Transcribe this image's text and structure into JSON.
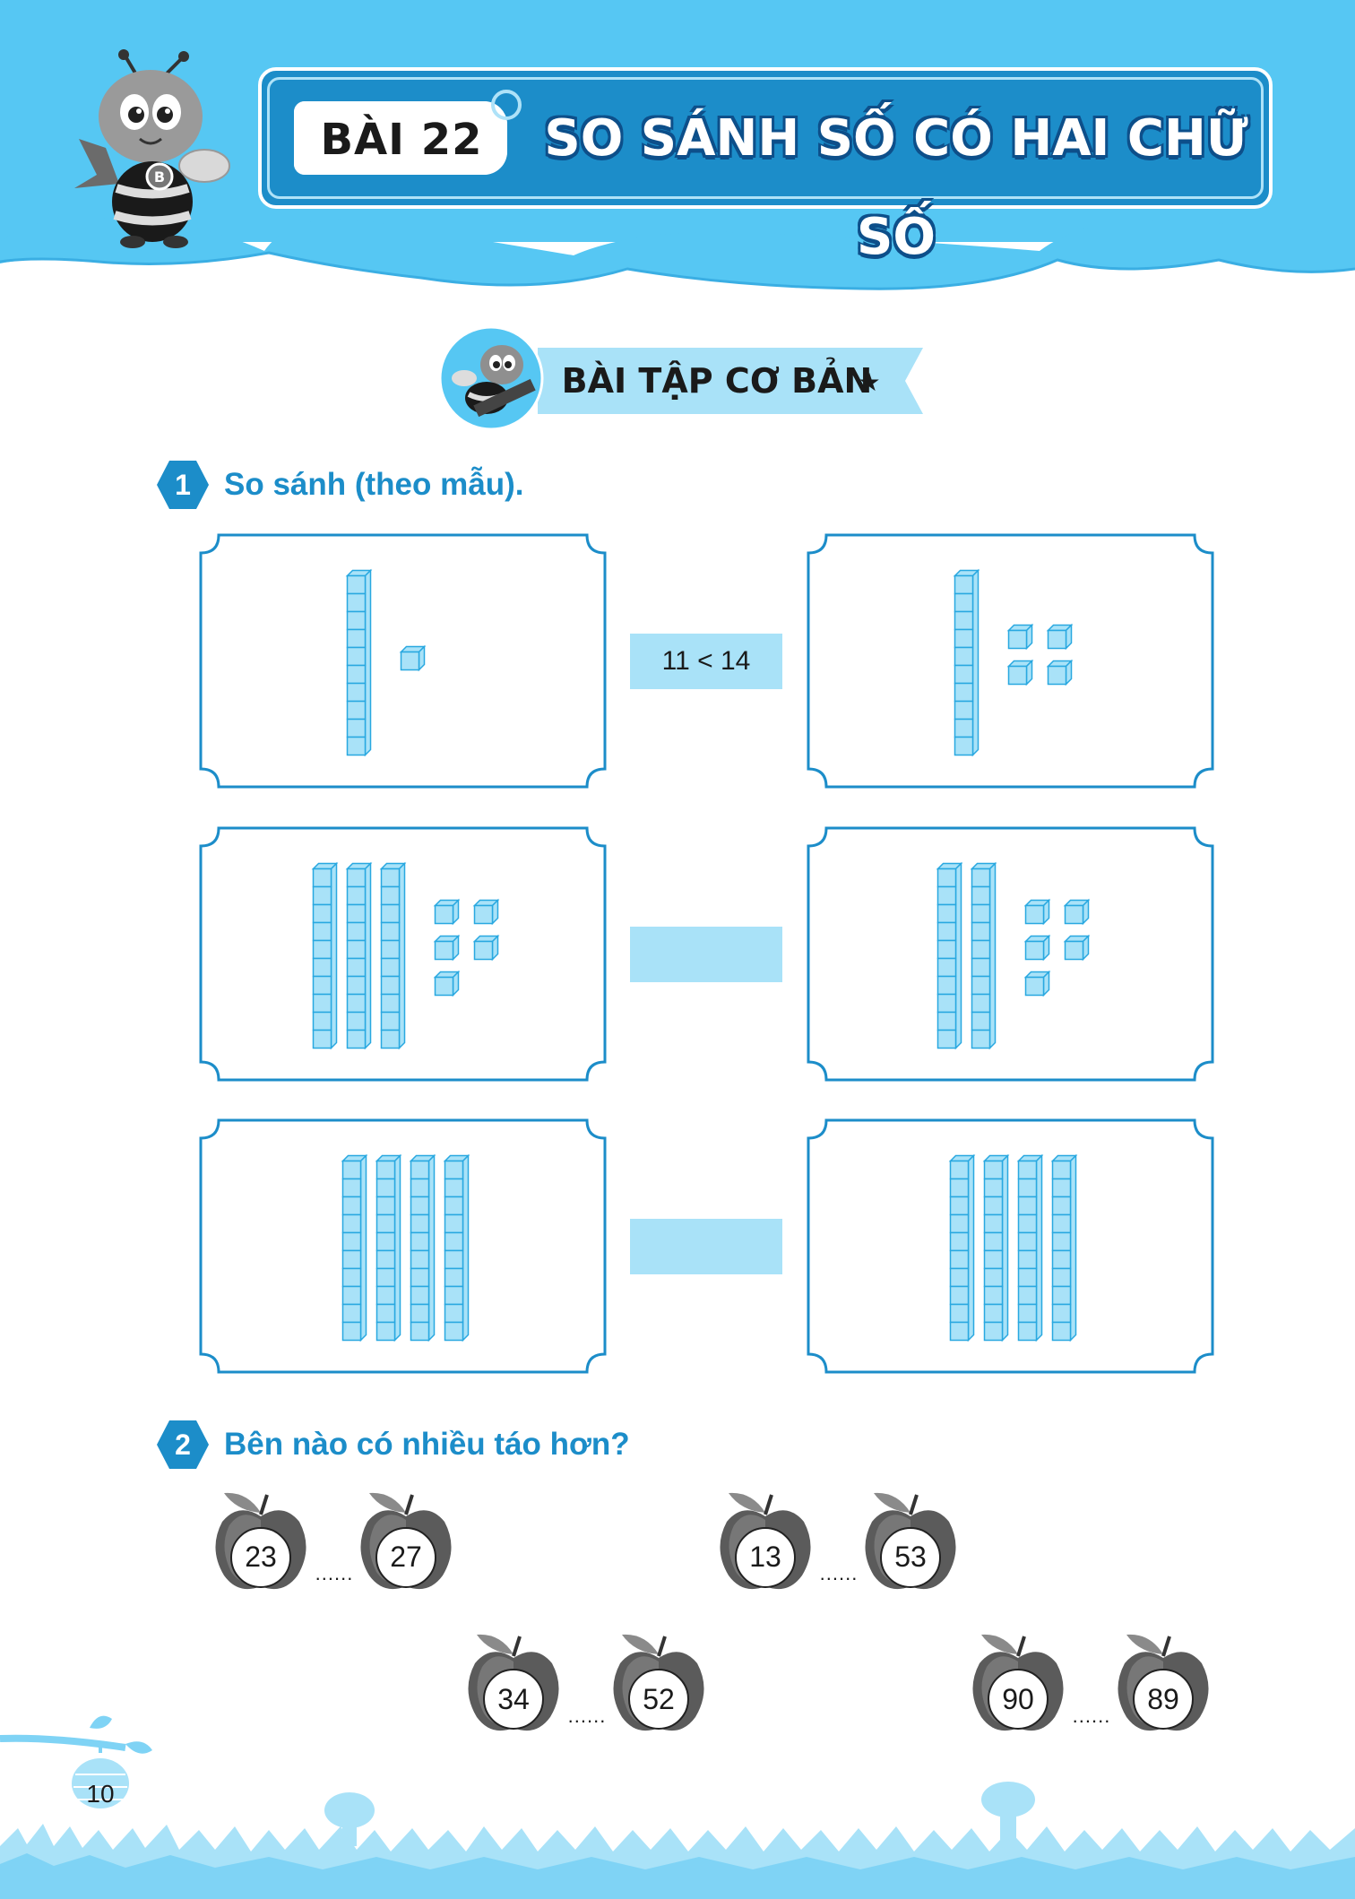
{
  "header": {
    "lesson_label": "BÀI 22",
    "title": "SO SÁNH SỐ CÓ HAI CHỮ SỐ"
  },
  "section": {
    "label": "BÀI TẬP CƠ BẢN",
    "star": "★"
  },
  "exercise1": {
    "number": "1",
    "heading": "So sánh (theo mẫu).",
    "rows": [
      {
        "left": {
          "tens": 1,
          "ones": 1
        },
        "right": {
          "tens": 1,
          "ones": 4
        },
        "answer": "11 < 14"
      },
      {
        "left": {
          "tens": 3,
          "ones": 5
        },
        "right": {
          "tens": 2,
          "ones": 5
        },
        "answer": ""
      },
      {
        "left": {
          "tens": 4,
          "ones": 0
        },
        "right": {
          "tens": 4,
          "ones": 0
        },
        "answer": ""
      }
    ]
  },
  "exercise2": {
    "number": "2",
    "heading": "Bên nào có nhiều táo hơn?",
    "pairs": [
      {
        "a": "23",
        "b": "27",
        "blank": "......"
      },
      {
        "a": "13",
        "b": "53",
        "blank": "......"
      },
      {
        "a": "34",
        "b": "52",
        "blank": "......"
      },
      {
        "a": "90",
        "b": "89",
        "blank": "......"
      }
    ]
  },
  "footer": {
    "page_number": "10"
  },
  "colors": {
    "sky": "#56c7f3",
    "title_box": "#1c8dc9",
    "cube_fill": "#a9e2f8",
    "cube_stroke": "#29a8e0",
    "answer_box": "#a9e2f8",
    "heading_blue": "#1c8dc9"
  }
}
